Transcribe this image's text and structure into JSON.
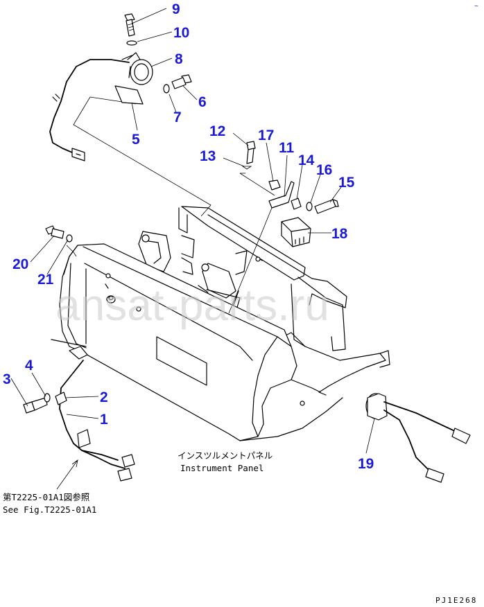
{
  "labels": [
    "1",
    "2",
    "3",
    "4",
    "5",
    "6",
    "7",
    "8",
    "9",
    "10",
    "11",
    "12",
    "13",
    "14",
    "15",
    "16",
    "17",
    "18",
    "19",
    "20",
    "21"
  ],
  "caption": {
    "japanese": "インスツルメントパネル",
    "english": "Instrument Panel"
  },
  "reference": {
    "japanese": "第T2225-01A1図参照",
    "english": "See Fig.T2225-01A1"
  },
  "corner_code": "PJ1E268",
  "corner_mark": "~",
  "watermark": "ansat-parts.ru"
}
